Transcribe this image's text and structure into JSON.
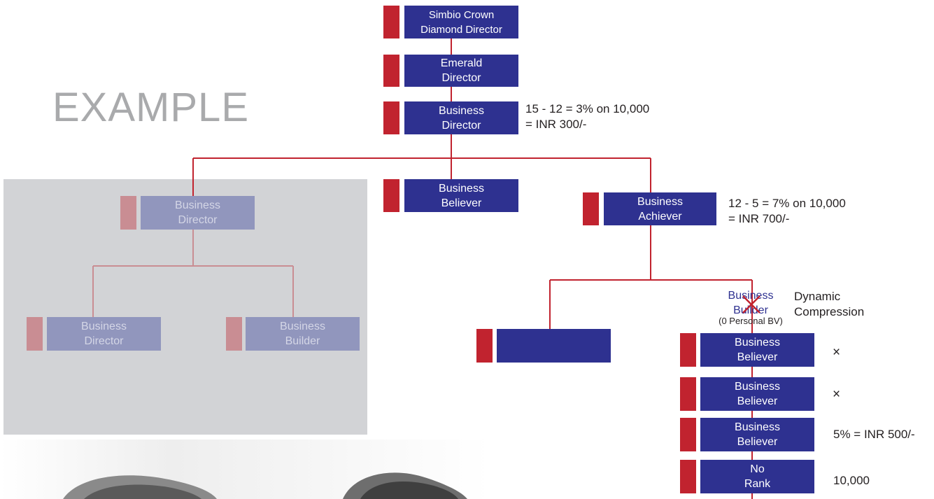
{
  "title": "EXAMPLE",
  "nodes": {
    "crown": {
      "line1": "Simbio Crown",
      "line2": "Diamond Director"
    },
    "emerald": {
      "line1": "Emerald",
      "line2": "Director"
    },
    "business_director": {
      "line1": "Business",
      "line2": "Director"
    },
    "business_believer_mid": {
      "line1": "Business",
      "line2": "Believer"
    },
    "business_achiever": {
      "line1": "Business",
      "line2": "Achiever"
    },
    "grey_director_top": {
      "line1": "Business",
      "line2": "Director"
    },
    "grey_director_left": {
      "line1": "Business",
      "line2": "Director"
    },
    "grey_builder_right": {
      "line1": "Business",
      "line2": "Builder"
    },
    "compressed_builder": {
      "line1": "Business",
      "line2": "Builder",
      "sub": "(0 Personal BV)"
    },
    "believer_1": {
      "line1": "Business",
      "line2": "Believer"
    },
    "believer_2": {
      "line1": "Business",
      "line2": "Believer"
    },
    "believer_3": {
      "line1": "Business",
      "line2": "Believer"
    },
    "no_rank": {
      "line1": "No",
      "line2": "Rank"
    }
  },
  "notes": {
    "director_calc": {
      "line1": "15 - 12 = 3% on 10,000",
      "line2": "= INR 300/-"
    },
    "achiever_calc": {
      "line1": "12 - 5 = 7% on 10,000",
      "line2": "= INR 700/-"
    },
    "dynamic_compression": {
      "line1": "Dynamic",
      "line2": "Compression"
    },
    "believer_1_mark": "×",
    "believer_2_mark": "×",
    "believer_3_calc": "5% = INR 500/-",
    "no_rank_value": "10,000"
  },
  "colors": {
    "box_blue": "#2e3190",
    "tag_red": "#c1232f",
    "connector_red": "#c1232f",
    "faded_blue": "#9196bd",
    "faded_red": "#c98d93",
    "grey_panel": "#d2d3d6"
  }
}
